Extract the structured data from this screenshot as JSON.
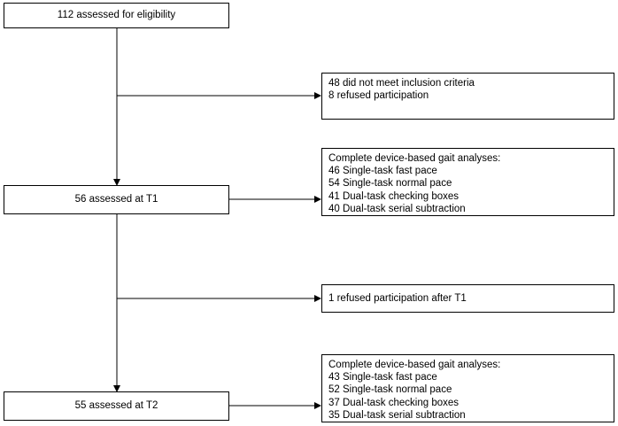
{
  "boxes": {
    "assessed_eligibility": "112 assessed for eligibility",
    "excluded": {
      "lines": [
        "48 did not meet inclusion criteria",
        "8 refused participation"
      ]
    },
    "assessed_t1": "56 assessed at T1",
    "analyses_t1": {
      "heading": "Complete device-based gait analyses:",
      "lines": [
        "46 Single-task fast pace",
        "54 Single-task normal pace",
        "41 Dual-task checking boxes",
        "40 Dual-task serial subtraction"
      ]
    },
    "dropout": {
      "lines": [
        "1 refused participation after T1"
      ]
    },
    "assessed_t2": "55 assessed at T2",
    "analyses_t2": {
      "heading": "Complete device-based gait analyses:",
      "lines": [
        "43 Single-task fast pace",
        "52 Single-task normal pace",
        "37 Dual-task checking boxes",
        "35 Dual-task serial subtraction"
      ]
    }
  },
  "colors": {
    "line": "#000000",
    "box_border": "#000000",
    "background": "#ffffff"
  }
}
